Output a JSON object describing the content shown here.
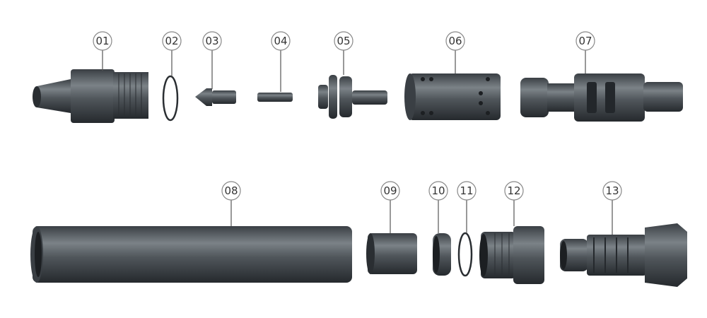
{
  "diagram": {
    "title": "Exploded view of parts",
    "parts": [
      {
        "id": "01"
      },
      {
        "id": "02"
      },
      {
        "id": "03"
      },
      {
        "id": "04"
      },
      {
        "id": "05"
      },
      {
        "id": "06"
      },
      {
        "id": "07"
      },
      {
        "id": "08"
      },
      {
        "id": "09"
      },
      {
        "id": "10"
      },
      {
        "id": "11"
      },
      {
        "id": "12"
      },
      {
        "id": "13"
      }
    ],
    "colors": {
      "metal_dark": "#2e3236",
      "metal_mid": "#555b60",
      "metal_light": "#8a9095",
      "label_circle": "#888888"
    }
  }
}
